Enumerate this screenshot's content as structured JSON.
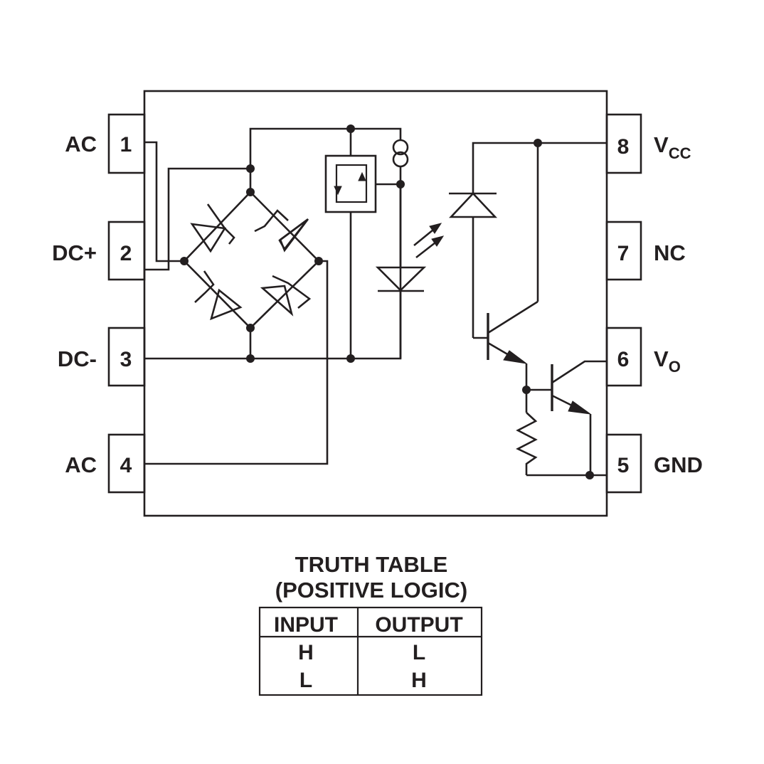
{
  "pins": [
    {
      "number": "1",
      "label": "AC"
    },
    {
      "number": "2",
      "label": "DC+"
    },
    {
      "number": "3",
      "label": "DC-"
    },
    {
      "number": "4",
      "label": "AC"
    },
    {
      "number": "5",
      "label": "GND"
    },
    {
      "number": "6",
      "label": "V",
      "sub": "O"
    },
    {
      "number": "7",
      "label": "NC"
    },
    {
      "number": "8",
      "label": "V",
      "sub": "CC"
    }
  ],
  "truth_table": {
    "title_line1": "TRUTH TABLE",
    "title_line2": "(POSITIVE LOGIC)",
    "headers": [
      "INPUT",
      "OUTPUT"
    ],
    "rows": [
      [
        "H",
        "L"
      ],
      [
        "L",
        "H"
      ]
    ]
  }
}
